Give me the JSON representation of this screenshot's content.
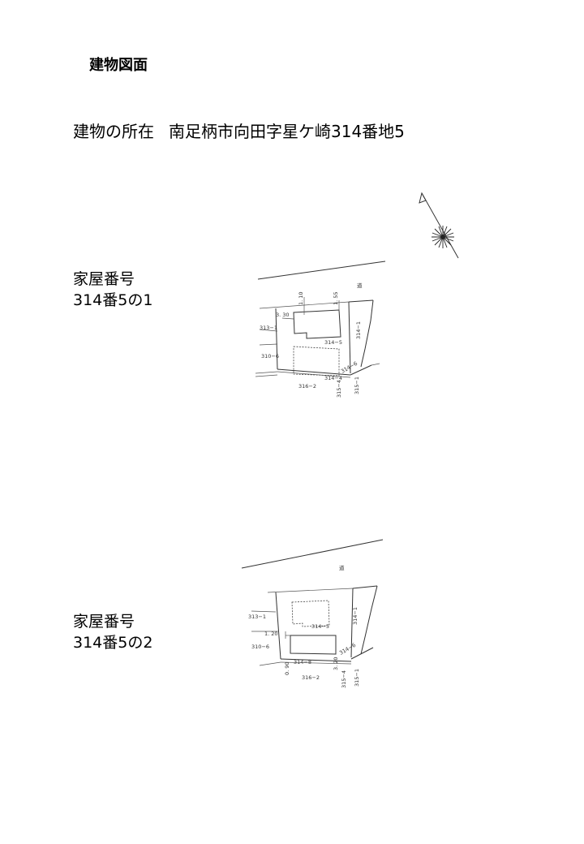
{
  "heading": "建物図面",
  "location": {
    "label": "建物の所在",
    "value": "南足柄市向田字星ケ崎314番地5"
  },
  "houses": [
    {
      "label": "家屋番号",
      "number": "314番5の1"
    },
    {
      "label": "家屋番号",
      "number": "314番5の2"
    }
  ],
  "plan1_labels": {
    "lot_313_1": "313−1",
    "lot_310_6": "310−6",
    "lot_314_5": "314−5",
    "lot_314_1": "314−1",
    "lot_316_2": "316−2",
    "lot_315_1": "315−1",
    "lot_315_4": "315−4",
    "lot_314_4": "314−4",
    "lot_314_6": "314−6",
    "road": "道",
    "dim_3_30": "3. 30",
    "dim_1_10": "1. 10",
    "dim_1_55": "1. 55"
  },
  "plan2_labels": {
    "lot_313_1": "313−1",
    "lot_310_6": "310−6",
    "lot_314_5": "314−5",
    "lot_314_1": "314−1",
    "lot_316_2": "316−2",
    "lot_315_1": "315−1",
    "lot_315_4": "315−4",
    "lot_314_8": "314−8",
    "lot_314_6": "314−6",
    "road": "道",
    "dim_1_20": "1. 20",
    "dim_0_90": "0. 90",
    "dim_3_20": "3. 20"
  }
}
